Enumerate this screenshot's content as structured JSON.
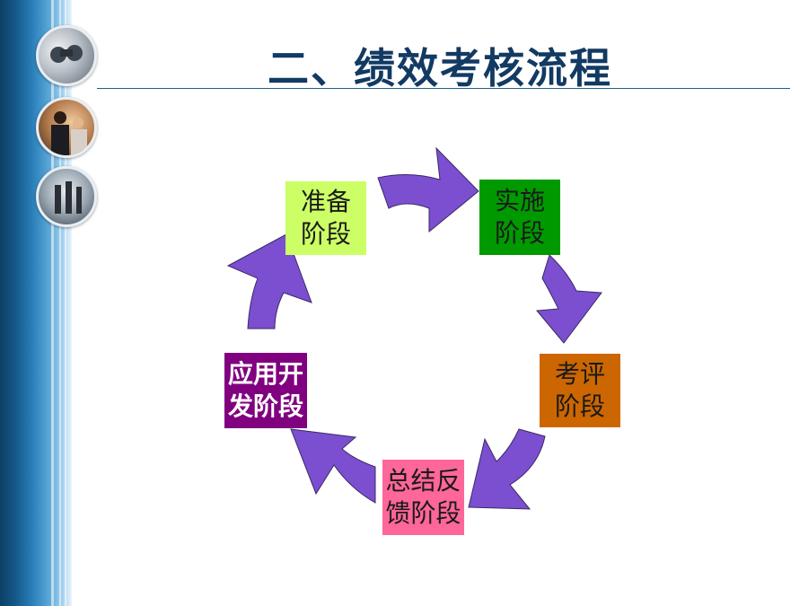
{
  "title": "二、绩效考核流程",
  "stages": [
    {
      "line1": "准备",
      "line2": "阶段",
      "bg": "#ccff66",
      "fg": "#1a1a1a"
    },
    {
      "line1": "实施",
      "line2": "阶段",
      "bg": "#009900",
      "fg": "#1a1a1a"
    },
    {
      "line1": "考评",
      "line2": "阶段",
      "bg": "#cc6600",
      "fg": "#1a1a1a"
    },
    {
      "line1": "总结反",
      "line2": "馈阶段",
      "bg": "#ff6699",
      "fg": "#1a1a1a"
    },
    {
      "line1": "应用开",
      "line2": "发阶段",
      "bg": "#800080",
      "fg": "#ffffff"
    }
  ],
  "colors": {
    "arrow": "#7b4fcf",
    "title": "#123a63"
  },
  "icons": [
    "binoculars-photo-icon",
    "business-people-photo-icon",
    "walking-people-photo-icon"
  ]
}
